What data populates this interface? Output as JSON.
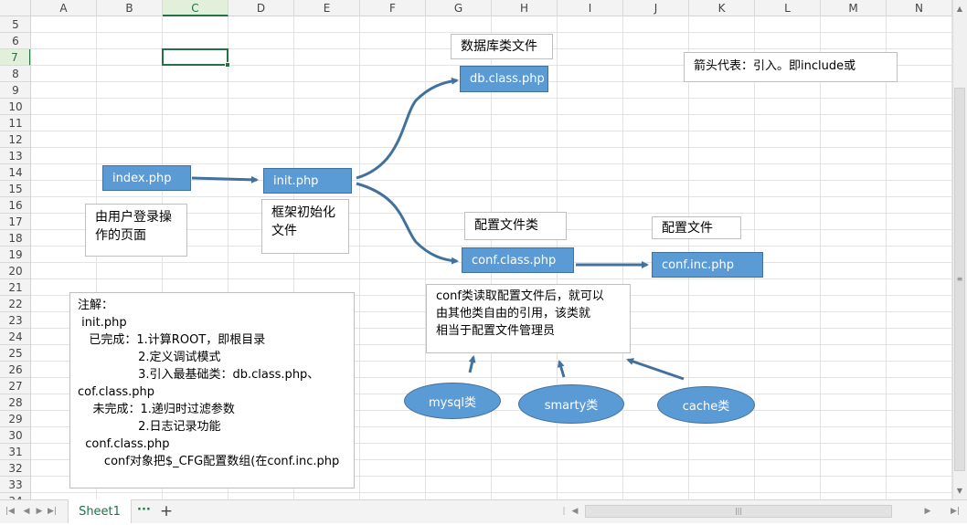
{
  "columns": [
    "A",
    "B",
    "C",
    "D",
    "E",
    "F",
    "G",
    "H",
    "I",
    "J",
    "K",
    "L",
    "M",
    "N"
  ],
  "selected_column": "C",
  "rows": [
    "5",
    "6",
    "7",
    "8",
    "9",
    "10",
    "11",
    "12",
    "13",
    "14",
    "15",
    "16",
    "17",
    "18",
    "19",
    "20",
    "21",
    "22",
    "23",
    "24",
    "25",
    "26",
    "27",
    "28",
    "29",
    "30",
    "31",
    "32",
    "33",
    "34"
  ],
  "selected_row": "7",
  "shapes": {
    "db_label": "数据库类文件",
    "db_box": "db.class.php",
    "legend": "箭头代表：引入。即include或",
    "index_box": "index.php",
    "init_box": "init.php",
    "user_page": "由用户登录操\n作的页面",
    "init_desc": "框架初始化\n文件",
    "conf_label": "配置文件类",
    "conf_box": "conf.class.php",
    "cfg_label": "配置文件",
    "cfg_box": "conf.inc.php",
    "conf_desc": "conf类读取配置文件后，就可以\n由其他类自由的引用，该类就\n相当于配置文件管理员",
    "mysql": "mysql类",
    "smarty": "smarty类",
    "cache": "cache类"
  },
  "note": {
    "lines": [
      "注解：",
      " init.php",
      "   已完成：1.计算ROOT，即根目录",
      "                2.定义调试模式",
      "                3.引入最基础类：db.class.php、",
      "cof.class.php",
      "    未完成：1.递归时过滤参数",
      "                2.日志记录功能",
      "  conf.class.php",
      "       conf对象把$_CFG配置数组(在conf.inc.php"
    ]
  },
  "sheet_tab": "Sheet1",
  "colors": {
    "accent": "#217346",
    "shape_fill": "#5b9bd5",
    "shape_border": "#41719c",
    "arrow": "#41719c"
  }
}
